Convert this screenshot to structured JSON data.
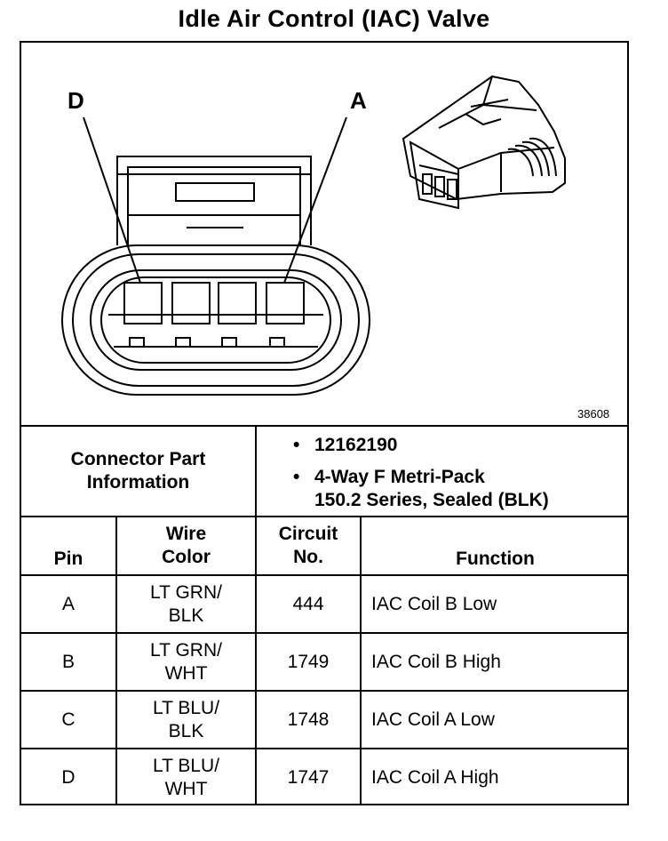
{
  "title": "Idle Air Control (IAC) Valve",
  "figure": {
    "label_d": "D",
    "label_a": "A",
    "figure_number": "38608"
  },
  "connector_info": {
    "label_line1": "Connector Part",
    "label_line2": "Information",
    "part_number": "12162190",
    "desc_line1": "4-Way F Metri-Pack",
    "desc_line2": "150.2 Series, Sealed (BLK)"
  },
  "table": {
    "headers": {
      "pin": "Pin",
      "wire_color_line1": "Wire",
      "wire_color_line2": "Color",
      "circuit_line1": "Circuit",
      "circuit_line2": "No.",
      "function": "Function"
    },
    "rows": [
      {
        "pin": "A",
        "wire_line1": "LT GRN/",
        "wire_line2": "BLK",
        "circuit": "444",
        "function": "IAC Coil B Low"
      },
      {
        "pin": "B",
        "wire_line1": "LT GRN/",
        "wire_line2": "WHT",
        "circuit": "1749",
        "function": "IAC Coil B High"
      },
      {
        "pin": "C",
        "wire_line1": "LT BLU/",
        "wire_line2": "BLK",
        "circuit": "1748",
        "function": "IAC Coil A Low"
      },
      {
        "pin": "D",
        "wire_line1": "LT BLU/",
        "wire_line2": "WHT",
        "circuit": "1747",
        "function": "IAC Coil A High"
      }
    ]
  }
}
